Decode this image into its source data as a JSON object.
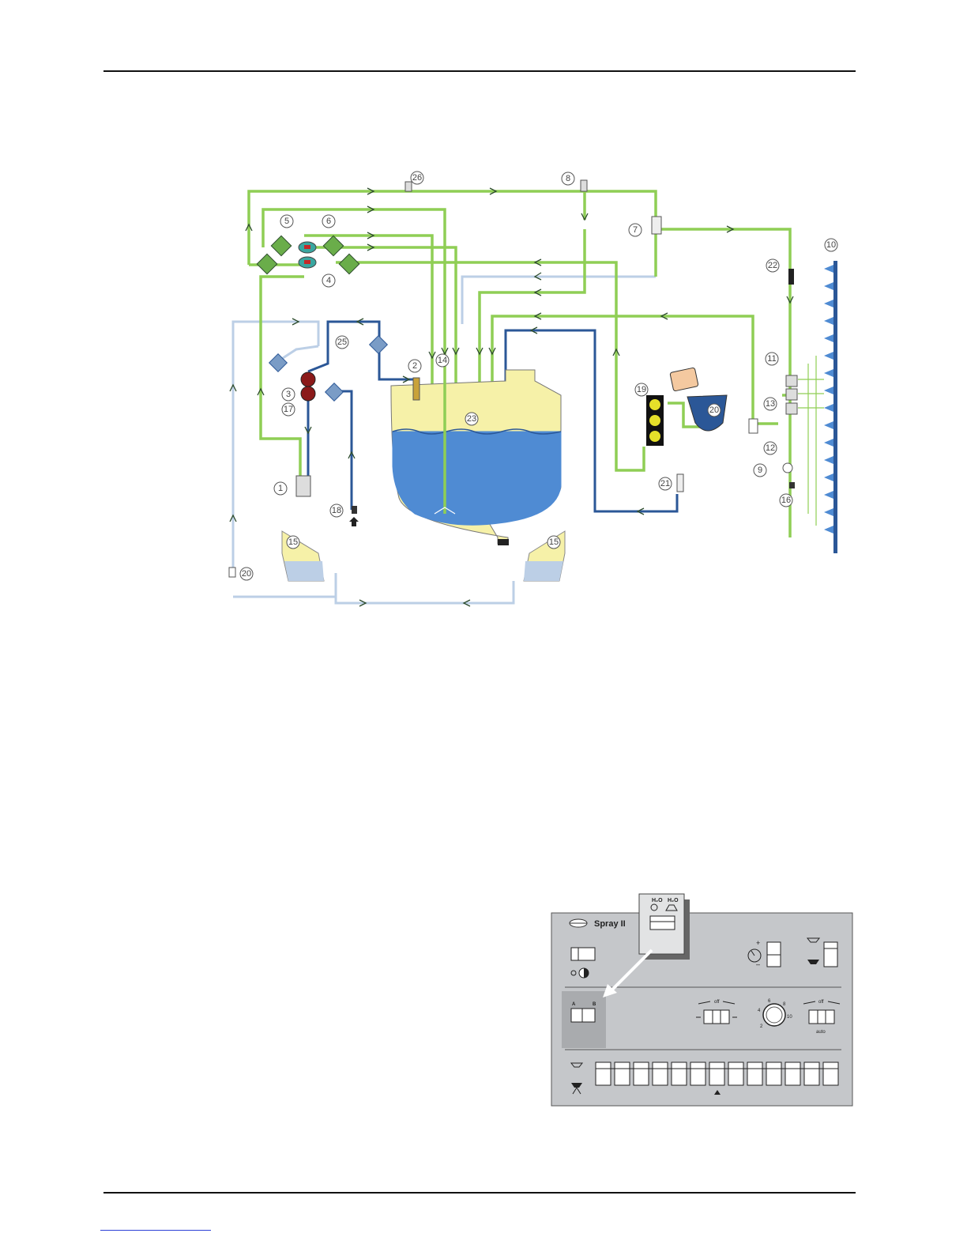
{
  "diagram": {
    "callouts": [
      "26",
      "8",
      "5",
      "6",
      "7",
      "10",
      "22",
      "4",
      "25",
      "2",
      "14",
      "11",
      "3",
      "17",
      "19",
      "20",
      "13",
      "12",
      "9",
      "1",
      "18",
      "21",
      "16",
      "15",
      "15",
      "20",
      "23"
    ]
  },
  "panel": {
    "brand": "Spray II",
    "h2o_left": "H₂O",
    "h2o_right": "H₂O",
    "a_label": "A",
    "b_label": "B",
    "off_left": "off",
    "off_right": "off",
    "auto_label": "auto",
    "plus": "+",
    "minus": "–",
    "dial_ticks": [
      "2",
      "4",
      "6",
      "8",
      "10"
    ]
  },
  "colors": {
    "pressure_line": "#8fce55",
    "suction_line": "#2b5797",
    "rinse_line": "#bccfe6",
    "tank_fluid": "#4f8bd3",
    "tank_air": "#f6f1a8",
    "panel_bg": "#c5c7ca"
  }
}
